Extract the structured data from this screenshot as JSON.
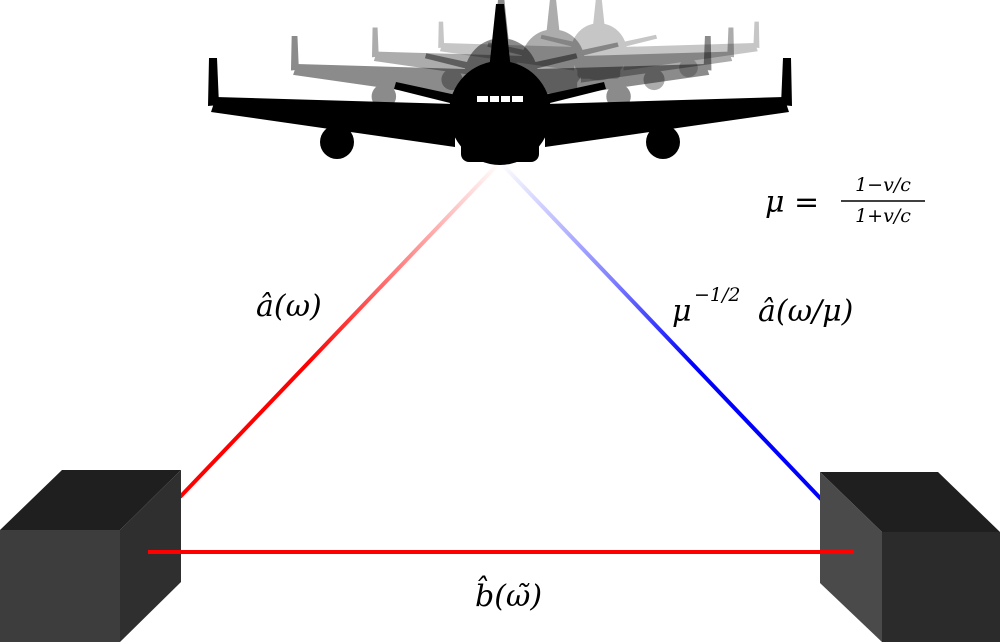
{
  "labels": {
    "mu_definition": {
      "lhs": "μ =",
      "num": "1−v/c",
      "den": "1+v/c"
    },
    "left_beam": {
      "text": "â(ω)"
    },
    "right_beam": {
      "base": "μ",
      "exponent": "−1/2",
      "rest": "â(ω/μ)"
    },
    "bottom_beam": {
      "text": "b̂(ω̃)"
    }
  },
  "colors": {
    "left_beam": "#ff0000",
    "right_beam": "#0000ff",
    "bottom_beam": "#ff0000",
    "plane": "#000000",
    "ghost_plane": "#8a8a8a",
    "box_front": "#3d3d3d",
    "box_top": "#1f1f1f",
    "box_side": "#2e2e2e"
  },
  "icons": {
    "airplane": "airplane-icon",
    "left_station": "box-icon",
    "right_station": "box-icon"
  }
}
